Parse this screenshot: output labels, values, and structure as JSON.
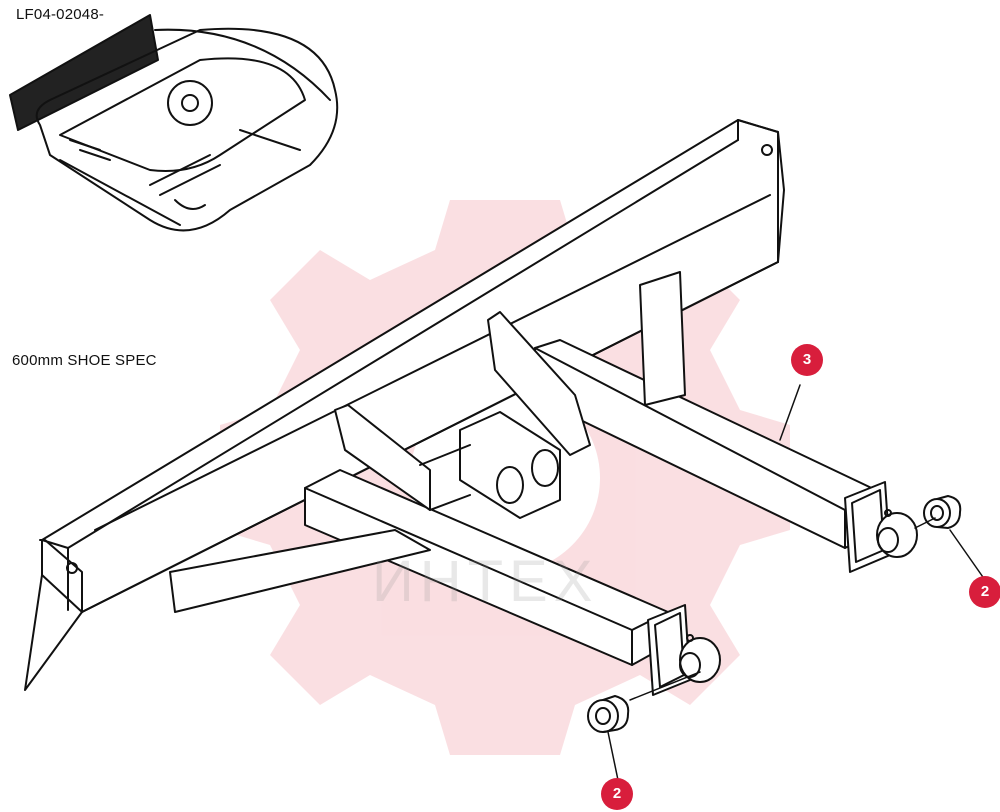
{
  "labels": {
    "code": "LF04-02048-",
    "spec": "600mm SHOE SPEC"
  },
  "callouts": [
    {
      "id": "3",
      "label": "3"
    },
    {
      "id": "2a",
      "label": "2"
    },
    {
      "id": "2b",
      "label": "2"
    }
  ],
  "watermark": {
    "text": "ИНТЕХ",
    "color": "#e23a4a"
  },
  "colors": {
    "line": "#111111",
    "callout": "#d81e3c",
    "background": "#ffffff"
  }
}
